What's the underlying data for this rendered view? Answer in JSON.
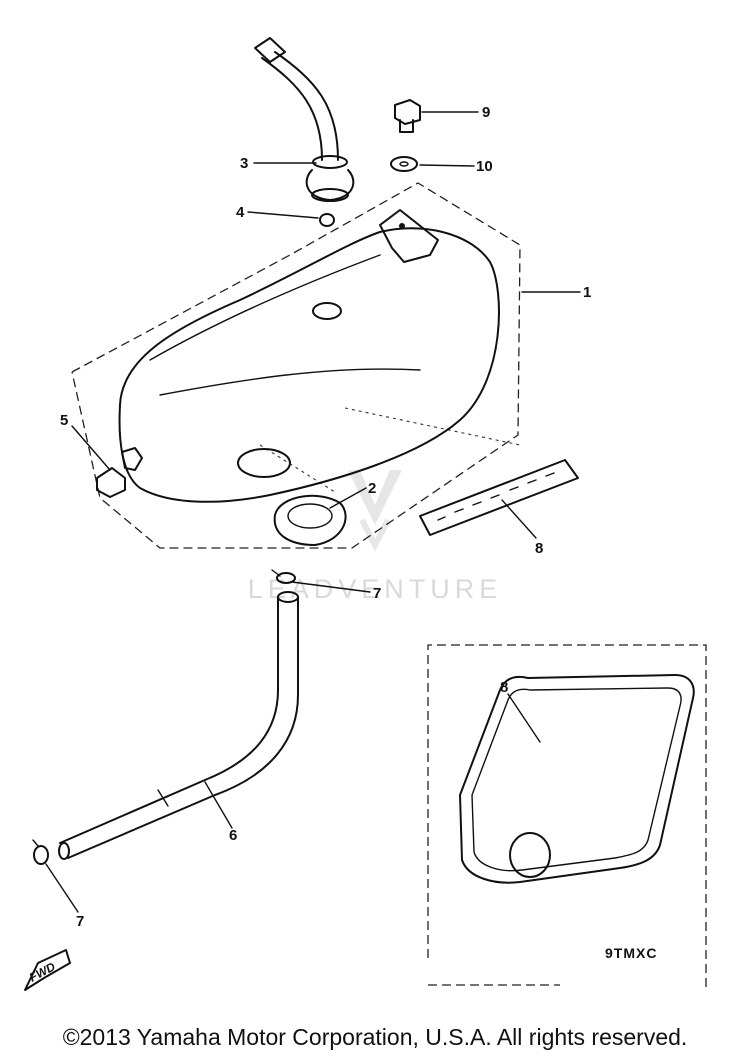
{
  "callouts": {
    "c1": "1",
    "c2": "2",
    "c3": "3",
    "c4": "4",
    "c5": "5",
    "c6": "6",
    "c7a": "7",
    "c7b": "7",
    "c8a": "8",
    "c8b": "8",
    "c9": "9",
    "c10": "10"
  },
  "inset": {
    "model_code": "9TMXC"
  },
  "direction_mark": "FWD",
  "watermark": "LEADVENTURE",
  "footer": {
    "copyright": "©2013 Yamaha Motor Corporation, U.S.A. All rights reserved."
  }
}
